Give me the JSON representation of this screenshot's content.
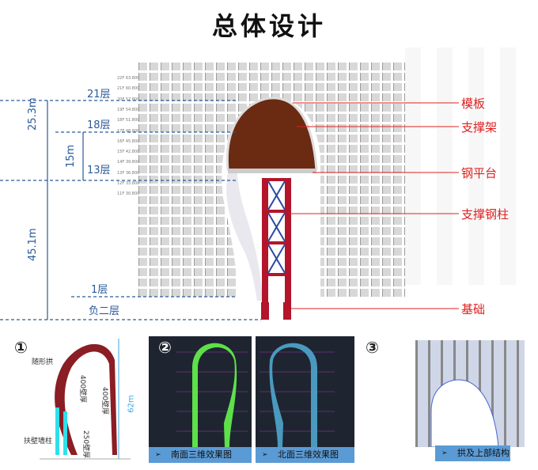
{
  "title": "总体设计",
  "main_diagram": {
    "floors": {
      "f21": "21层",
      "f18": "18层",
      "f13": "13层",
      "f1": "1层",
      "b2": "负二层"
    },
    "dimensions": {
      "upper": "25.3m",
      "middle": "15m",
      "lower": "45.1m"
    },
    "elevations": [
      {
        "floor": "22F",
        "level": "63.800"
      },
      {
        "floor": "21F",
        "level": "60.800"
      },
      {
        "floor": "20F",
        "level": "57.800"
      },
      {
        "floor": "19F",
        "level": "54.800"
      },
      {
        "floor": "18F",
        "level": "51.800"
      },
      {
        "floor": "17F",
        "level": "48.800"
      },
      {
        "floor": "16F",
        "level": "45.800"
      },
      {
        "floor": "15F",
        "level": "42.800"
      },
      {
        "floor": "14F",
        "level": "39.800"
      },
      {
        "floor": "13F",
        "level": "36.800"
      },
      {
        "floor": "12F",
        "level": "33.800"
      },
      {
        "floor": "11F",
        "level": "30.800"
      }
    ],
    "labels": {
      "formwork": "模板",
      "support_frame": "支撑架",
      "steel_platform": "钢平台",
      "support_column": "支撑钢柱",
      "foundation": "基础"
    },
    "colors": {
      "label": "#e02020",
      "dimension": "#2a5a9a"
    }
  },
  "panel1": {
    "number": "①",
    "arch": "随形拱",
    "wall1": "400壁厚",
    "wall2": "400壁厚",
    "wall3": "250壁厚",
    "column": "扶壁墙柱",
    "height": "62m"
  },
  "panel2": {
    "number": "②",
    "south": "南面三维效果图",
    "north": "北面三维效果图"
  },
  "panel3": {
    "number": "③",
    "caption": "拱及上部结构"
  }
}
